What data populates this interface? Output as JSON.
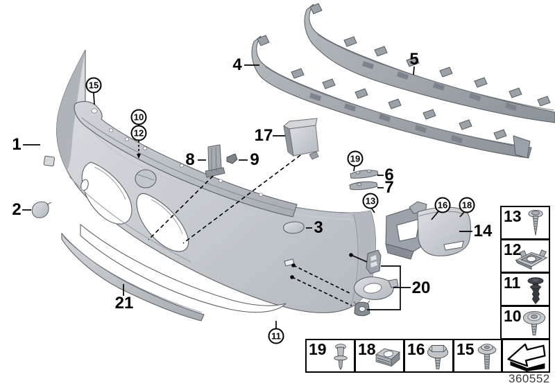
{
  "diagram": {
    "footer_number": "360552"
  },
  "colors": {
    "background": "#ffffff",
    "part_light": "#cdd1d5",
    "part_mid": "#aab0b6",
    "part_dark": "#868d93",
    "carrier_gray": "#9aa1a8",
    "fastener_dark": "#3a3f44",
    "line_black": "#000000"
  },
  "callouts": {
    "plain": [
      {
        "id": "1",
        "label": "1"
      },
      {
        "id": "2",
        "label": "2"
      },
      {
        "id": "3",
        "label": "3"
      },
      {
        "id": "4",
        "label": "4"
      },
      {
        "id": "5",
        "label": "5"
      },
      {
        "id": "6",
        "label": "6"
      },
      {
        "id": "7",
        "label": "7"
      },
      {
        "id": "8",
        "label": "8"
      },
      {
        "id": "9",
        "label": "9"
      },
      {
        "id": "14",
        "label": "14"
      },
      {
        "id": "17",
        "label": "17"
      },
      {
        "id": "20",
        "label": "20"
      },
      {
        "id": "21",
        "label": "21"
      }
    ],
    "circled": [
      {
        "id": "15",
        "label": "15"
      },
      {
        "id": "10",
        "label": "10"
      },
      {
        "id": "12",
        "label": "12"
      },
      {
        "id": "19",
        "label": "19"
      },
      {
        "id": "13",
        "label": "13"
      },
      {
        "id": "16",
        "label": "16"
      },
      {
        "id": "18",
        "label": "18"
      },
      {
        "id": "11",
        "label": "11"
      }
    ]
  },
  "legend": {
    "side_column": [
      {
        "label": "13",
        "icon": "tapping-screw-icon"
      },
      {
        "label": "12",
        "icon": "cage-nut-icon"
      },
      {
        "label": "11",
        "icon": "expanding-rivet-icon"
      },
      {
        "label": "10",
        "icon": "washer-screw-icon"
      }
    ],
    "bottom_row": [
      {
        "label": "19",
        "icon": "blind-rivet-icon"
      },
      {
        "label": "18",
        "icon": "cage-nut-icon"
      },
      {
        "label": "16",
        "icon": "hex-flange-screw-icon"
      },
      {
        "label": "15",
        "icon": "pan-head-screw-icon"
      }
    ],
    "arrow": {
      "icon": "direction-of-travel-arrow-icon"
    }
  }
}
